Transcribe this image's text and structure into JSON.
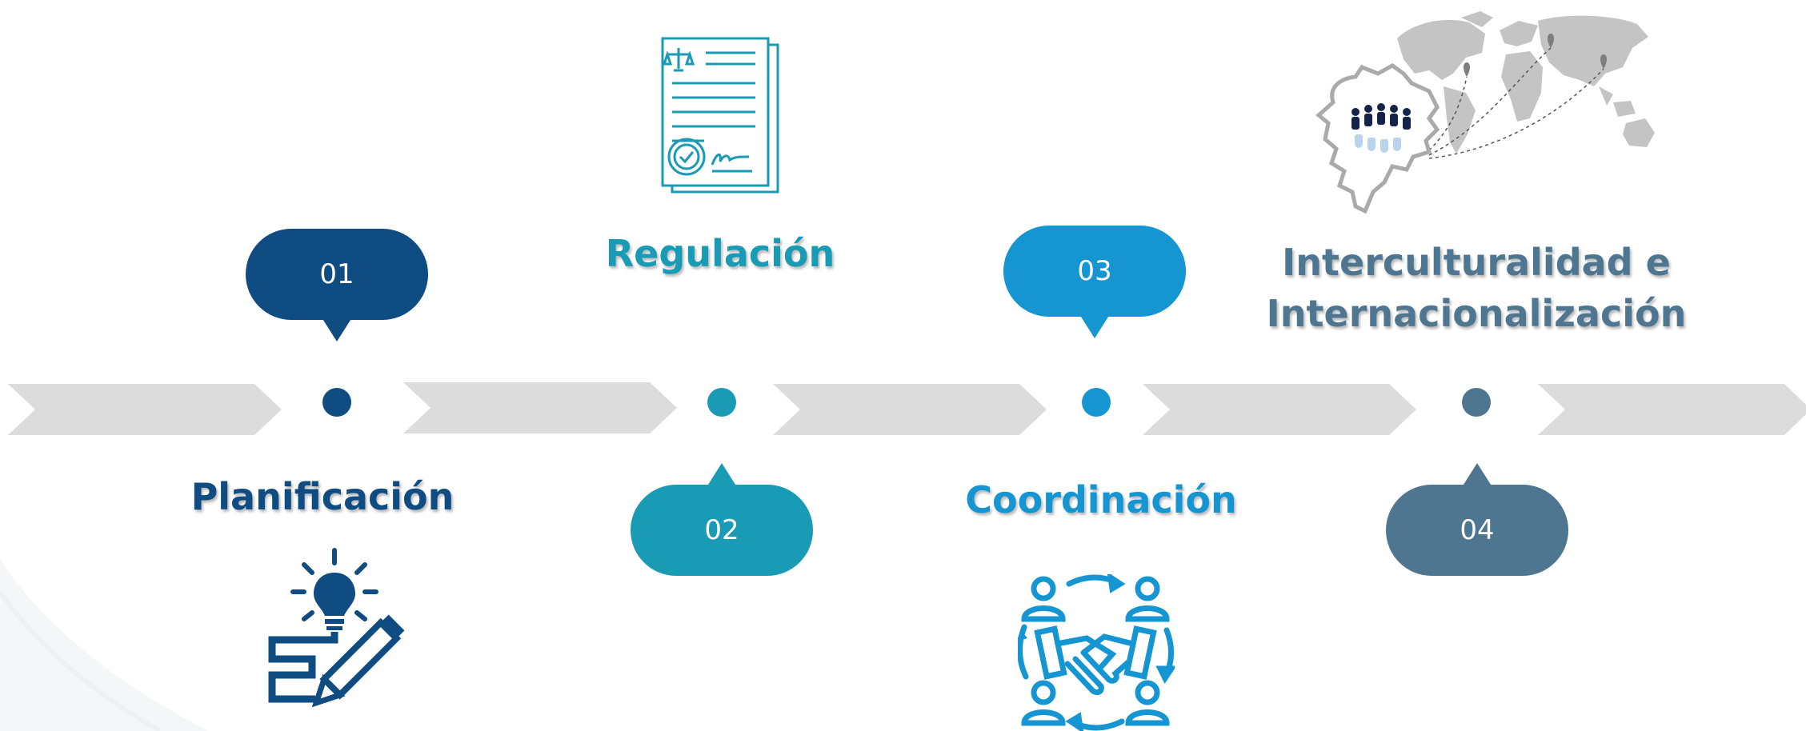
{
  "colors": {
    "dark_blue": "#0F4C81",
    "teal": "#1A9BB5",
    "bright_blue": "#1596D2",
    "slate": "#4F7690",
    "chevron_gray": "#DCDCDC",
    "map_gray": "#BDBDBD",
    "people_navy": "#14234A"
  },
  "steps": [
    {
      "number": "01",
      "label": "Planificación",
      "icon": "lightbulb-plan-pencil-icon"
    },
    {
      "number": "02",
      "label": "Regulación",
      "icon": "legal-document-icon"
    },
    {
      "number": "03",
      "label": "Coordinación",
      "icon": "handshake-team-icon"
    },
    {
      "number": "04",
      "label": "Interculturalidad e Internacionalización",
      "label_lines": [
        "Interculturalidad e",
        "Internacionalización"
      ],
      "icon": "world-map-people-icon"
    }
  ]
}
